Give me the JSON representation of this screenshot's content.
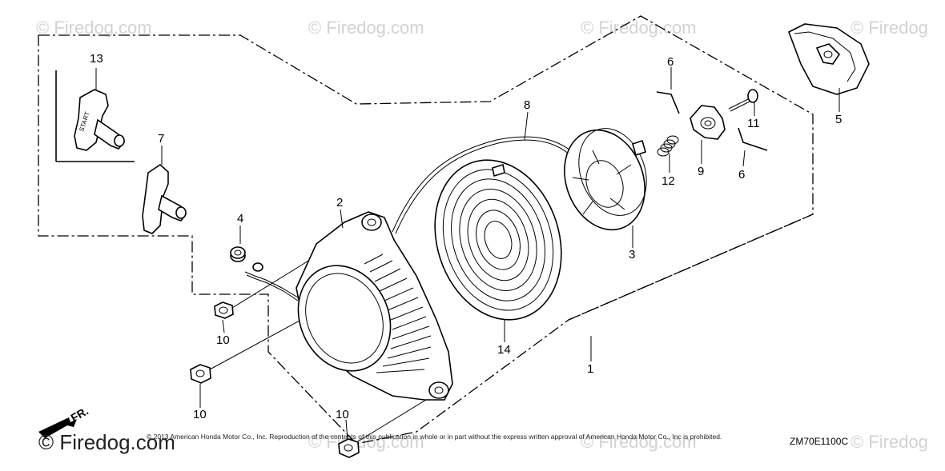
{
  "watermarks": [
    "© Firedog.com",
    "© Firedog.com",
    "© Firedog.com",
    "© Firedog",
    "© Firedog.com",
    "© Firedog.com",
    "© Firedog"
  ],
  "brand": "© Firedog.com",
  "copyright": "© 2013 American Honda Motor Co., Inc. Reproduction of the contents of this publication in whole or in part without the express written approval of American Honda Motor Co., Inc is prohibited.",
  "diagram_code": "ZM70E1100C",
  "front_marker": "FR.",
  "callouts": [
    {
      "id": "13",
      "part": "handle-start"
    },
    {
      "id": "7",
      "part": "handle"
    },
    {
      "id": "4",
      "part": "collar"
    },
    {
      "id": "2",
      "part": "recoil-case"
    },
    {
      "id": "10",
      "part": "nut"
    },
    {
      "id": "10",
      "part": "nut"
    },
    {
      "id": "10",
      "part": "nut"
    },
    {
      "id": "8",
      "part": "rope"
    },
    {
      "id": "14",
      "part": "spring"
    },
    {
      "id": "3",
      "part": "reel"
    },
    {
      "id": "6",
      "part": "pin"
    },
    {
      "id": "12",
      "part": "spring"
    },
    {
      "id": "9",
      "part": "ratchet"
    },
    {
      "id": "11",
      "part": "screw"
    },
    {
      "id": "6",
      "part": "pin"
    },
    {
      "id": "5",
      "part": "pulley"
    },
    {
      "id": "1",
      "part": "assembly"
    }
  ]
}
